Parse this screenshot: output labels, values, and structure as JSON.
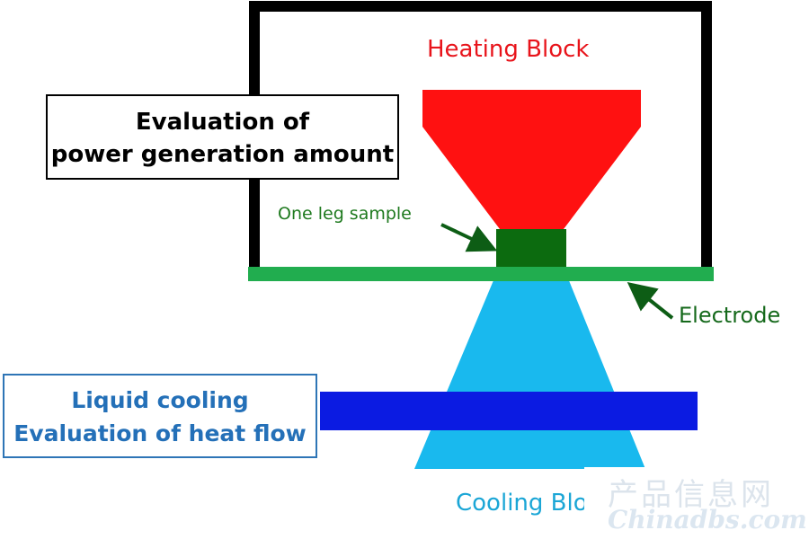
{
  "labels": {
    "heating_block": "Heating Block",
    "one_leg_sample": "One leg sample",
    "electrode": "Electrode",
    "cooling_block": "Cooling Blo"
  },
  "boxes": {
    "evaluation_power": {
      "line1": "Evaluation of",
      "line2": "power generation amount"
    },
    "liquid_cooling": {
      "line1": "Liquid cooling",
      "line2": "Evaluation of heat flow"
    }
  },
  "watermark": {
    "chinese": "产品信息网",
    "latin": "Chinadbs.com"
  },
  "colors": {
    "heating_block": "#ff1111",
    "cooling_block": "#19b9ee",
    "electrode": "#21ad4f",
    "sample": "#0c6b0f",
    "cooling_channel": "#0b1be2",
    "frame": "#000000",
    "arrow": "#0d5d15"
  }
}
